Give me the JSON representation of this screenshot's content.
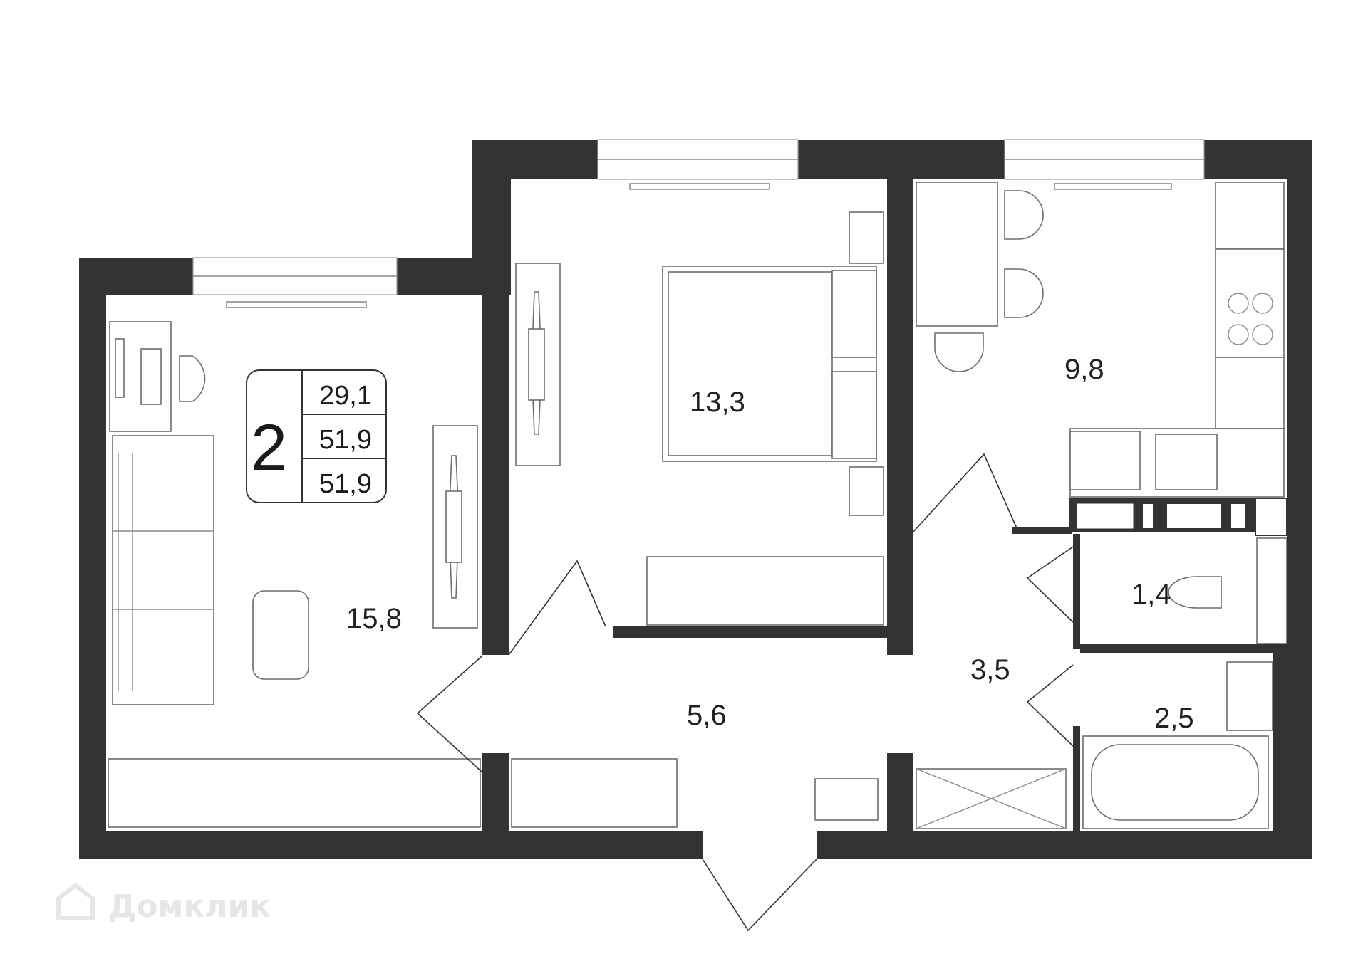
{
  "badge": {
    "rooms": "2",
    "living_area": "29,1",
    "total_area": "51,9",
    "total_area_alt": "51,9"
  },
  "rooms": [
    {
      "id": "living-room",
      "area": "15,8"
    },
    {
      "id": "bedroom",
      "area": "13,3"
    },
    {
      "id": "kitchen",
      "area": "9,8"
    },
    {
      "id": "hallway",
      "area": "5,6"
    },
    {
      "id": "corridor",
      "area": "3,5"
    },
    {
      "id": "toilet",
      "area": "1,4"
    },
    {
      "id": "bathroom",
      "area": "2,5"
    }
  ],
  "watermark": {
    "text": "Домклик",
    "icon": "house-logo-icon"
  },
  "colors": {
    "wall": "#333333",
    "line": "#6d6d6d",
    "watermark": "#e6e6e6"
  }
}
